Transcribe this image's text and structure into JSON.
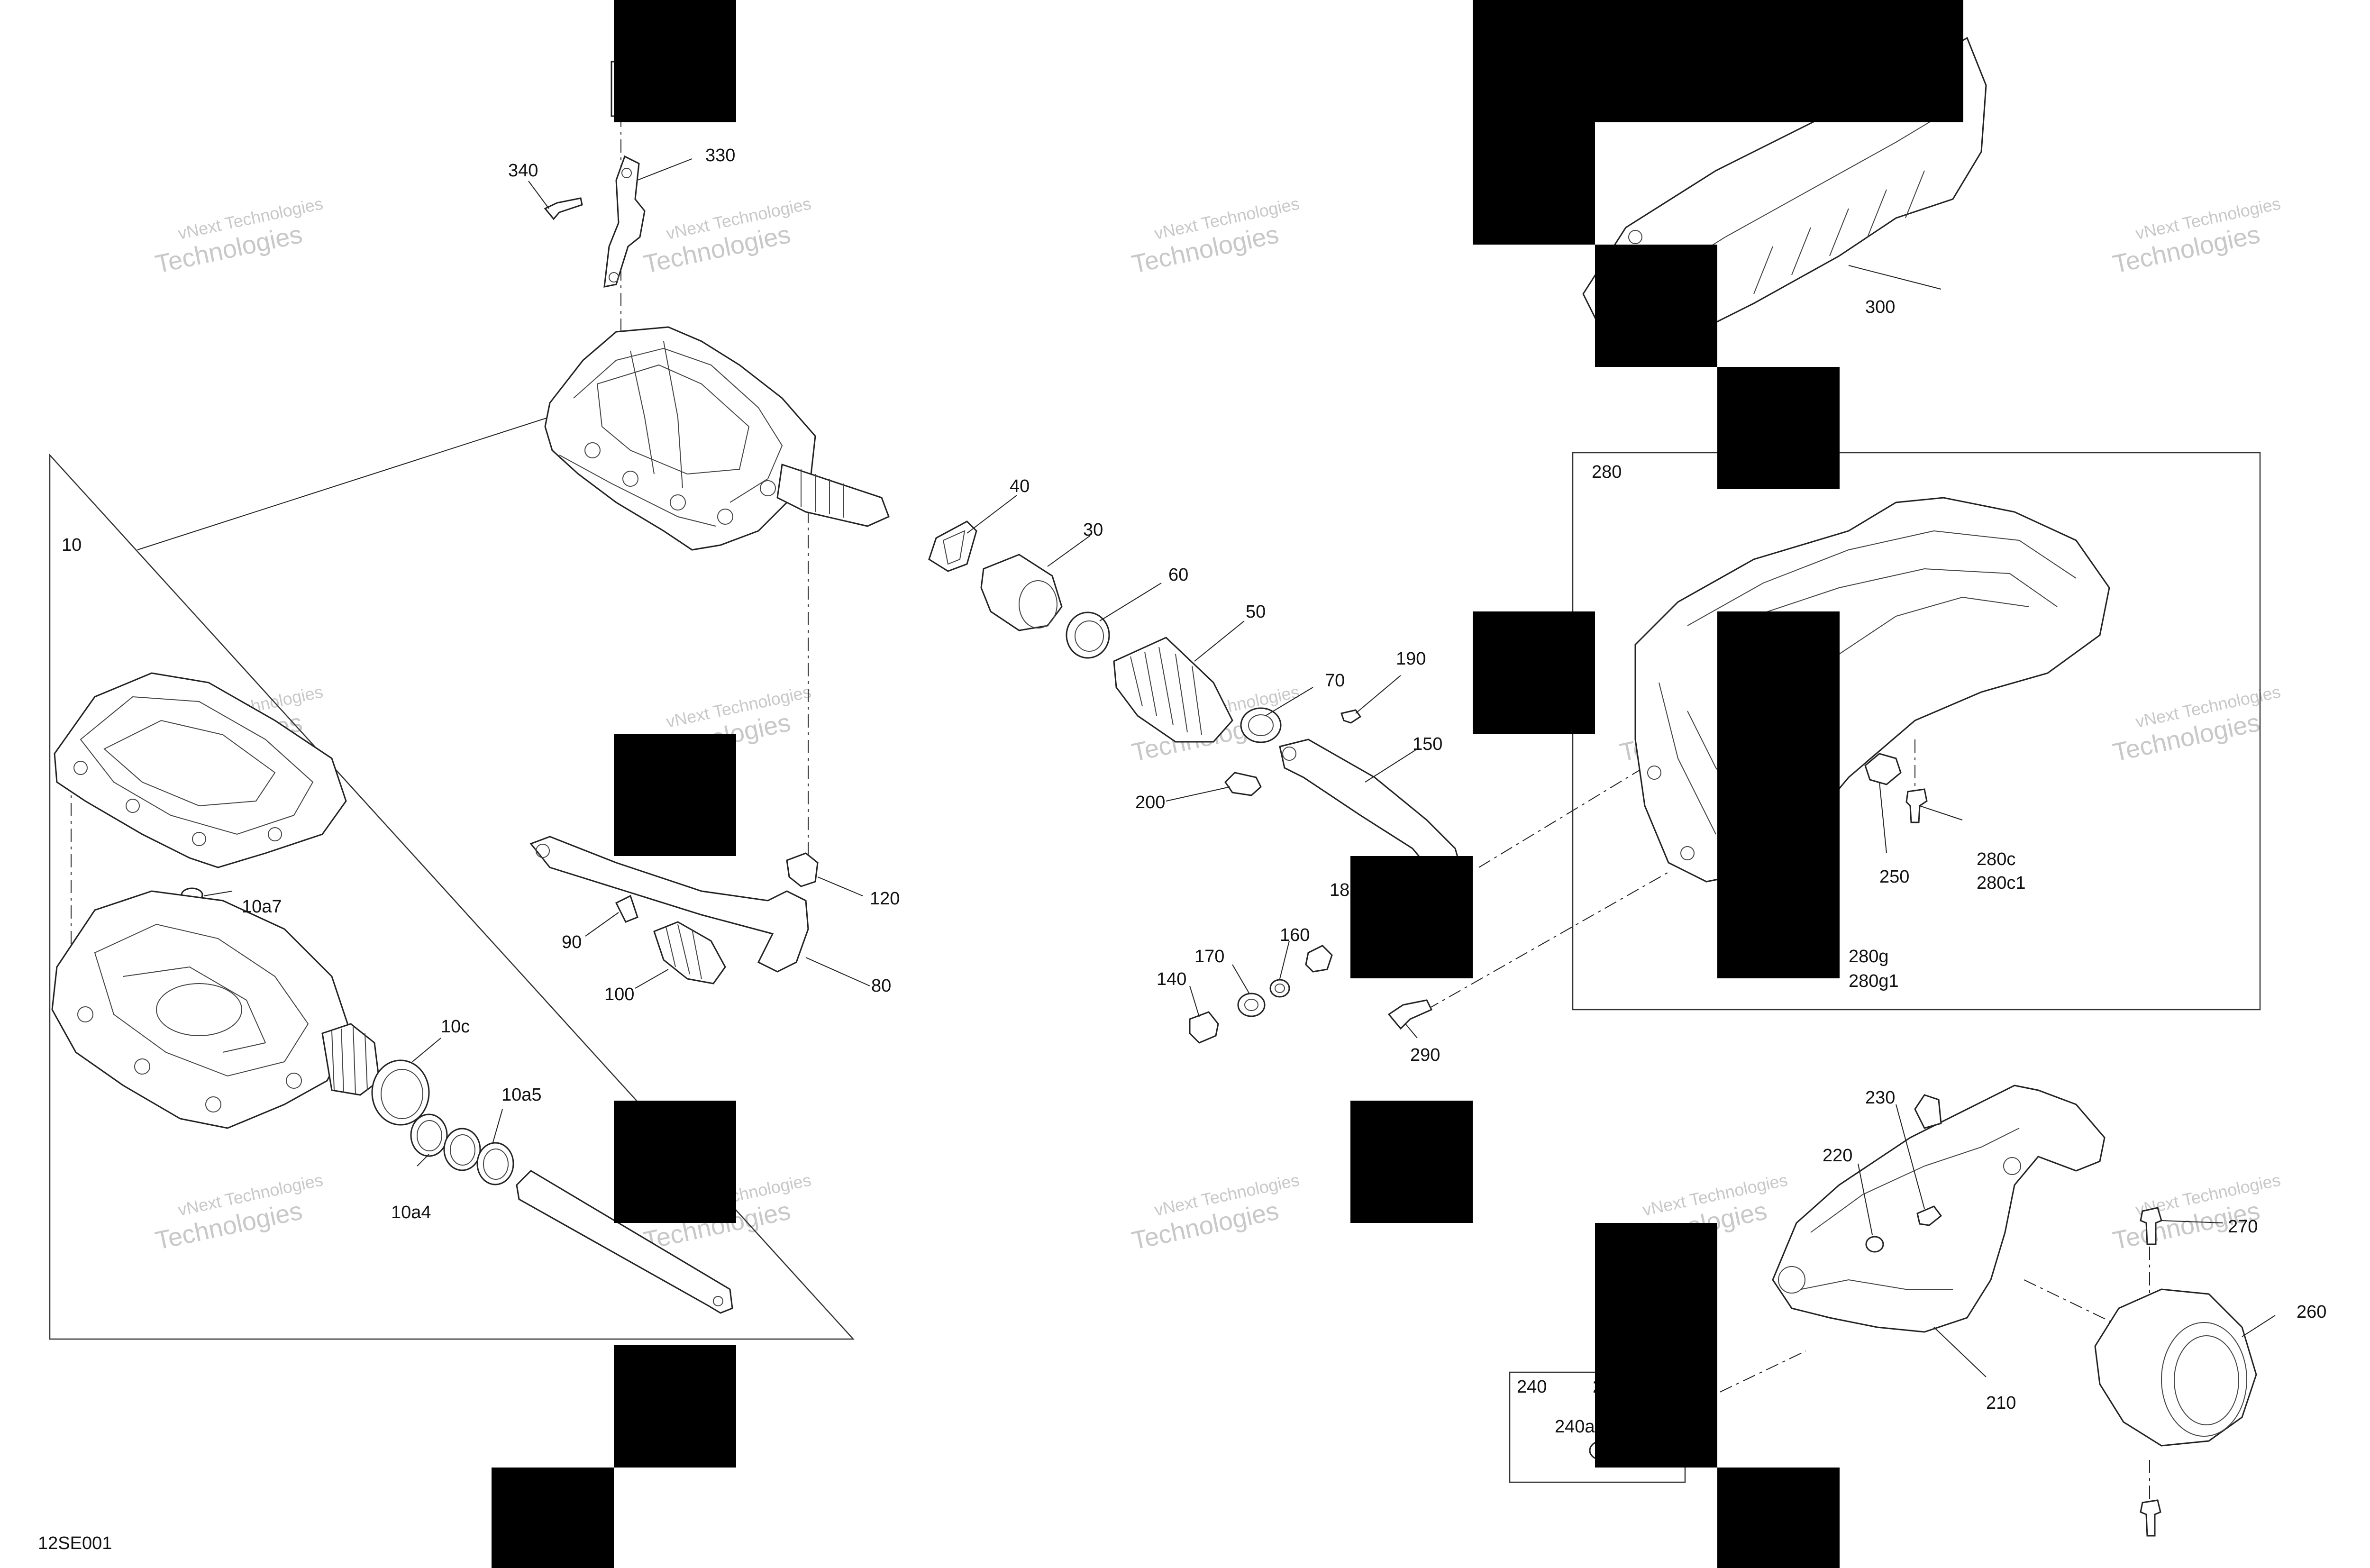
{
  "figure_code": "12SE001",
  "watermark": {
    "line1": "vNext Technologies",
    "line2": "Technologies"
  },
  "callouts": {
    "c10": "10",
    "c10a4": "10a4",
    "c10a5": "10a5",
    "c10a7": "10a7",
    "c10c": "10c",
    "c30": "30",
    "c40": "40",
    "c50": "50",
    "c60": "60",
    "c70": "70",
    "c80": "80",
    "c90": "90",
    "c100": "100",
    "c120": "120",
    "c140": "140",
    "c150": "150",
    "c160": "160",
    "c170": "170",
    "c18x": "18",
    "c190": "190",
    "c200": "200",
    "c210": "210",
    "c220": "220",
    "c230": "230",
    "c240": "240",
    "c240a": "240a",
    "c2x": "2",
    "c250": "250",
    "c260": "260",
    "c270": "270",
    "c280": "280",
    "c280c": "280c",
    "c280c1": "280c1",
    "c280g": "280g",
    "c280g1": "280g1",
    "c290": "290",
    "c300": "300",
    "c330": "330",
    "c340": "340"
  }
}
